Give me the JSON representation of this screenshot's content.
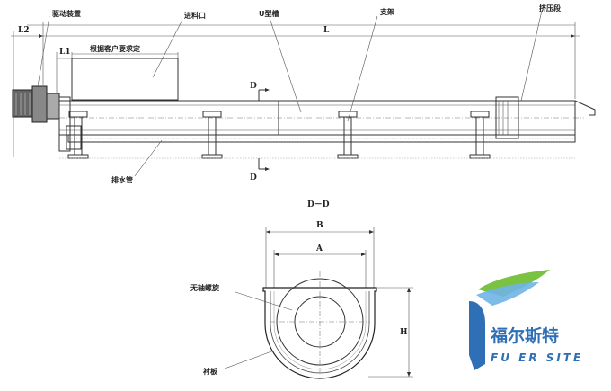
{
  "side_view": {
    "labels": {
      "drive": "驱动装置",
      "inlet": "进料口",
      "u_trough": "U型槽",
      "support": "支架",
      "press_section": "挤压段",
      "drain_pipe": "排水管",
      "customer_req": "根据客户要求定"
    },
    "dims": {
      "l2": "L2",
      "l1": "L1",
      "l": "L",
      "d_top": "D",
      "d_bottom": "D"
    }
  },
  "section_view": {
    "title": "D－D",
    "dims": {
      "b": "B",
      "a": "A",
      "h": "H"
    },
    "labels": {
      "shaftless_spiral": "无轴螺旋",
      "liner": "衬板"
    }
  },
  "logo": {
    "chinese": "福尔斯特",
    "english": "FU ER SITE",
    "colors": {
      "green": "#7cc242",
      "blue": "#2f6fb5",
      "light_blue": "#6fb4e6"
    }
  }
}
